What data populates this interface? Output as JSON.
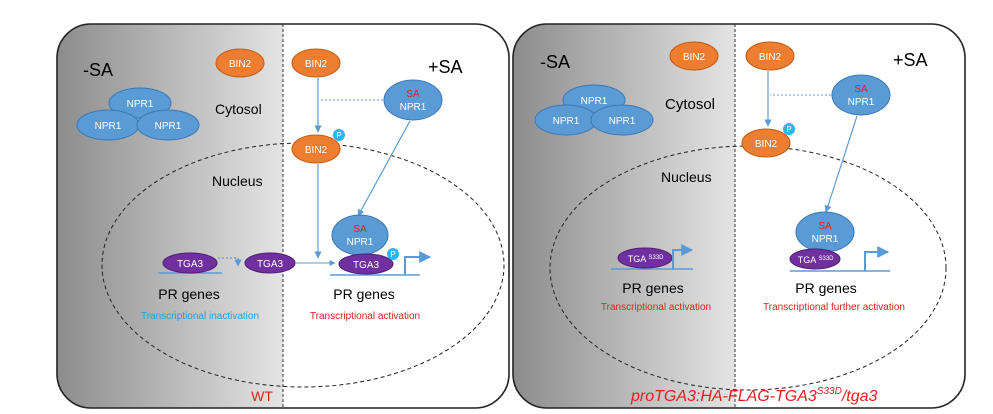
{
  "wt_panel": {
    "minus_sa": "-SA",
    "plus_sa": "+SA",
    "cytosol": "Cytosol",
    "nucleus": "Nucleus",
    "bin2": "BIN2",
    "npr1": "NPR1",
    "sa": "SA",
    "phospho": "P",
    "tga3": "TGA3",
    "pr_genes": "PR genes",
    "inactivation": "Transcriptional inactivation",
    "activation": "Transcriptional activation",
    "genotype": "WT"
  },
  "mutant_panel": {
    "minus_sa": "-SA",
    "plus_sa": "+SA",
    "cytosol": "Cytosol",
    "nucleus": "Nucleus",
    "bin2": "BIN2",
    "npr1": "NPR1",
    "sa": "SA",
    "phospho": "P",
    "tga3_base": "TGA",
    "tga3_sup": "S33D",
    "pr_genes": "PR genes",
    "activation": "Transcriptional activation",
    "further_activation": "Transcriptional further activation",
    "genotype_base": "proTGA3:HA-FLAG-TGA3",
    "genotype_sup": "S33D",
    "genotype_tail": "/tga3"
  },
  "colors": {
    "bin2_orange": "#ED7D31",
    "npr1_blue": "#5B9BD5",
    "tga3_purple": "#7030A0",
    "arrow_blue": "#5B9BD5",
    "sa_red": "#E02020",
    "inactivation_cyan": "#1BA1E2",
    "phospho_cyan": "#29B6F6"
  }
}
